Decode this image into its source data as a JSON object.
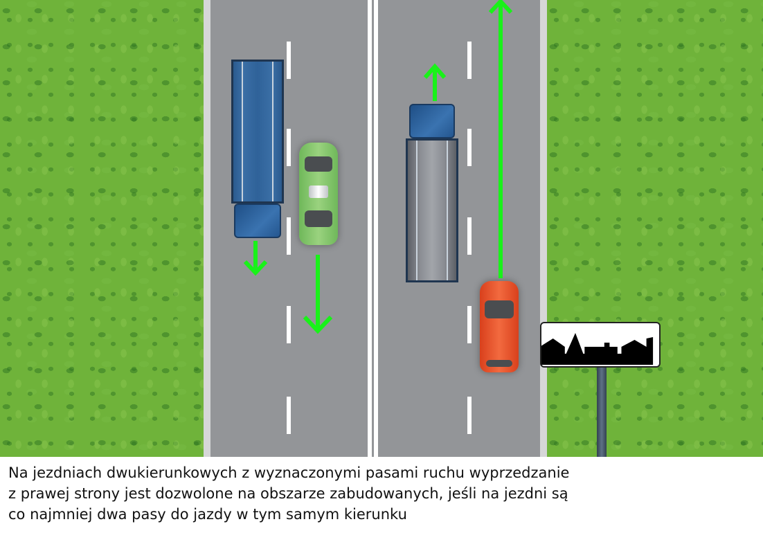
{
  "scene": {
    "description": "Top-down road illustration: two-way carriageway with two lanes in each direction",
    "colors": {
      "grass": "#6fb33a",
      "road": "#939598",
      "lane_marking": "#ffffff",
      "arrow": "#19f219",
      "truck_blue": "#2f6299",
      "trailer_grey": "#8a8d93",
      "car_green": "#9ad27f",
      "car_red": "#f26a3f"
    },
    "vehicles": [
      {
        "id": "truck-blue-southbound",
        "direction": "down",
        "lane": "left-outer"
      },
      {
        "id": "car-green-southbound",
        "direction": "down",
        "lane": "left-inner"
      },
      {
        "id": "truck-grey-northbound",
        "direction": "up",
        "lane": "right-inner"
      },
      {
        "id": "car-red-northbound",
        "direction": "up",
        "lane": "right-outer",
        "overtaking_on": "right"
      }
    ],
    "sign": {
      "type": "built-up area sign",
      "icon": "town-silhouette-icon"
    }
  },
  "caption": {
    "lines": [
      "Na jezdniach dwukierunkowych z wyznaczonymi pasami ruchu wyprzedzanie",
      "z prawej strony jest dozwolone na obszarze zabudowanych, jeśli na jezdni są",
      "co najmniej dwa pasy do jazdy w tym samym kierunku"
    ]
  }
}
